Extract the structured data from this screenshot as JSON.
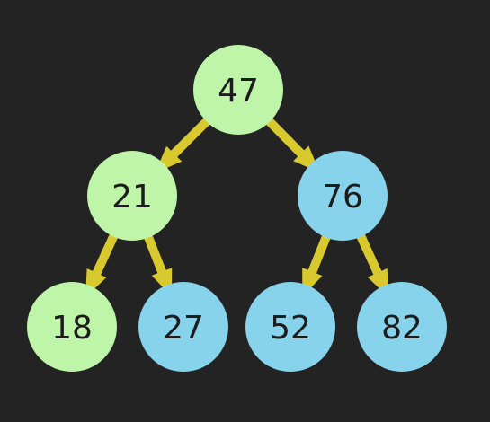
{
  "tree": {
    "colors": {
      "background": "#232323",
      "edge": "#d8c92f",
      "node_green": "#bff5a9",
      "node_blue": "#88d3ec",
      "label": "#1c1c1c"
    },
    "nodes": [
      {
        "id": "n47",
        "label": "47",
        "color": "node_green"
      },
      {
        "id": "n21",
        "label": "21",
        "color": "node_green"
      },
      {
        "id": "n76",
        "label": "76",
        "color": "node_blue"
      },
      {
        "id": "n18",
        "label": "18",
        "color": "node_green"
      },
      {
        "id": "n27",
        "label": "27",
        "color": "node_blue"
      },
      {
        "id": "n52",
        "label": "52",
        "color": "node_blue"
      },
      {
        "id": "n82",
        "label": "82",
        "color": "node_blue"
      }
    ],
    "edges": [
      {
        "from": "n47",
        "to": "n21"
      },
      {
        "from": "n47",
        "to": "n76"
      },
      {
        "from": "n21",
        "to": "n18"
      },
      {
        "from": "n21",
        "to": "n27"
      },
      {
        "from": "n76",
        "to": "n52"
      },
      {
        "from": "n76",
        "to": "n82"
      }
    ]
  }
}
